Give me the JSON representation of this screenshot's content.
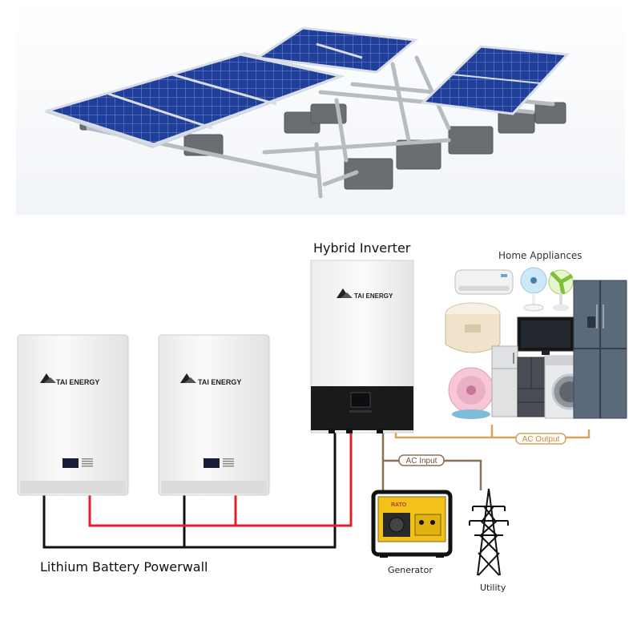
{
  "labels": {
    "inverter": "Hybrid Inverter",
    "battery": "Lithium Battery Powerwall",
    "home_appliances": "Home Appliances",
    "generator": "Generator",
    "utility": "Utility",
    "ac_output": "AC Output",
    "ac_input": "AC Input"
  },
  "brand": {
    "name": "TAI ENERGY",
    "generator_brand": "RATO"
  },
  "colors": {
    "panel_blue": "#1f3f9a",
    "dc_positive": "#e0202a",
    "dc_negative": "#111111",
    "ac_wire": "#d9a35a",
    "inverter_body": "#f4f4f4",
    "inverter_base": "#1a1a1a",
    "generator_yellow": "#f2c21a"
  },
  "icons": [
    "solar-panel-array-icon",
    "battery-icon",
    "inverter-icon",
    "air-conditioner-icon",
    "fan-icon",
    "rice-cooker-icon",
    "tv-icon",
    "refrigerator-icon",
    "washing-machine-icon",
    "generator-icon",
    "transmission-tower-icon"
  ]
}
